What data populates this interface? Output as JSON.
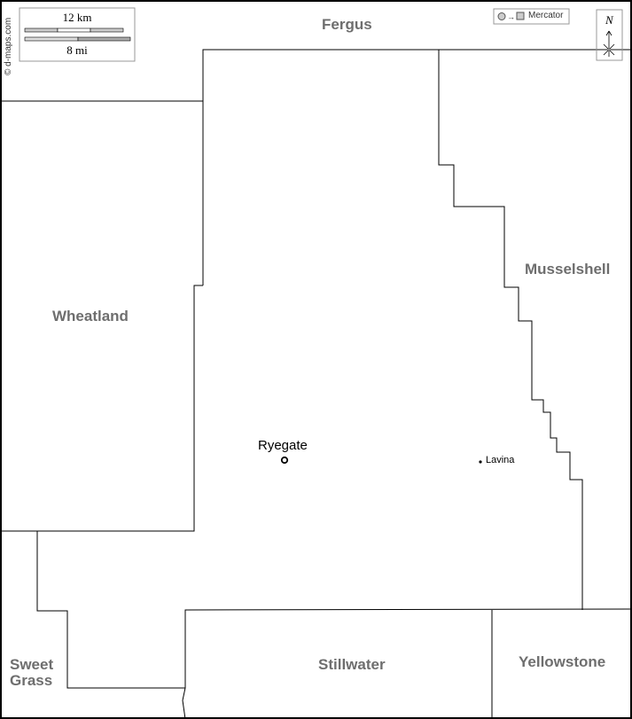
{
  "credit": "© d-maps.com",
  "scale": {
    "km": "12 km",
    "mi": "8 mi"
  },
  "projection": "Mercator",
  "north": "N",
  "counties": {
    "fergus": "Fergus",
    "wheatland": "Wheatland",
    "musselshell": "Musselshell",
    "sweet_grass_1": "Sweet",
    "sweet_grass_2": "Grass",
    "stillwater": "Stillwater",
    "yellowstone": "Yellowstone"
  },
  "cities": {
    "ryegate": "Ryegate",
    "lavina": "Lavina"
  }
}
